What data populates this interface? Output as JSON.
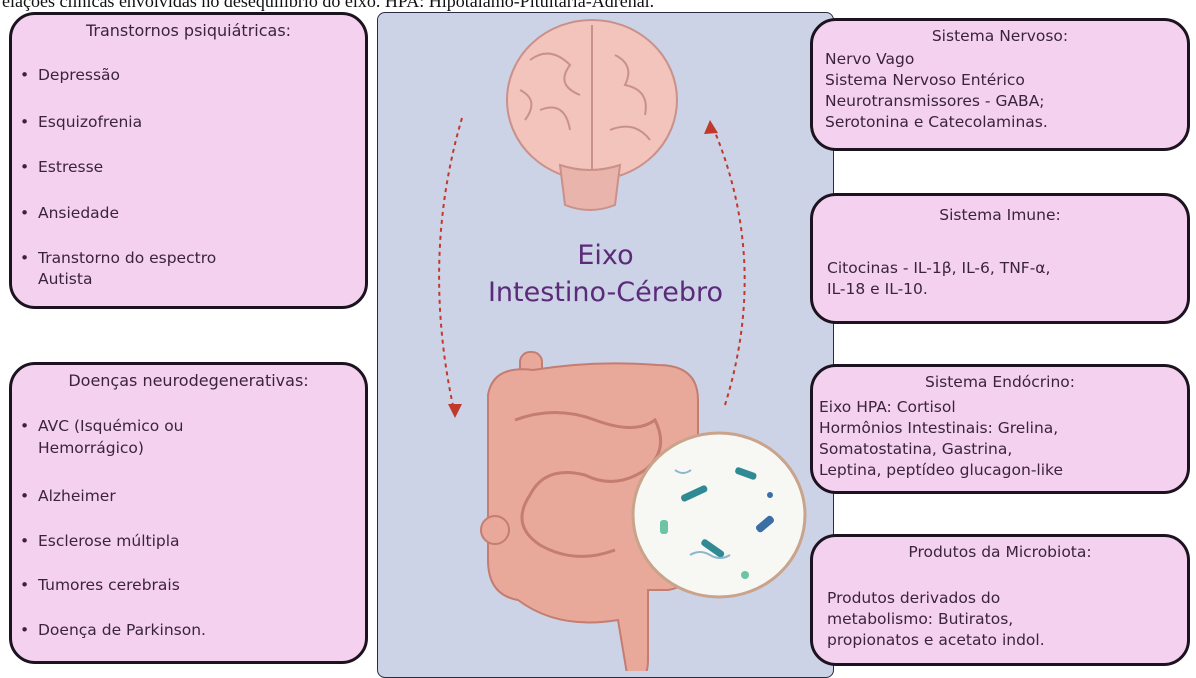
{
  "caption": "elações clínicas envolvidas no desequilíbrio do eixo. HPA: Hipotálamo-Pituitária-Adrenal.",
  "center": {
    "title_line1": "Eixo",
    "title_line2": "Intestino-Cérebro"
  },
  "left_top": {
    "title": "Transtornos psiquiátricas:",
    "items": [
      "Depressão",
      "Esquizofrenia",
      "Estresse",
      "Ansiedade",
      "Transtorno do espectro",
      "Autista"
    ]
  },
  "left_bottom": {
    "title": "Doenças neurodegenerativas:",
    "items": [
      "AVC (Isquémico ou",
      "Hemorrágico)",
      "Alzheimer",
      "Esclerose múltipla",
      "Tumores cerebrais",
      "Doença de Parkinson."
    ]
  },
  "right": {
    "nervoso": {
      "title": "Sistema Nervoso:",
      "lines": [
        "Nervo Vago",
        "Sistema Nervoso Entérico",
        "Neurotransmissores - GABA;",
        "Serotonina e Catecolaminas."
      ]
    },
    "imune": {
      "title": "Sistema Imune:",
      "lines": [
        "Citocinas - IL-1β, IL-6, TNF-α,",
        "IL-18 e IL-10."
      ]
    },
    "endocrino": {
      "title": "Sistema Endócrino:",
      "lines": [
        "Eixo HPA: Cortisol",
        "Hormônios Intestinais: Grelina,",
        "Somatostatina, Gastrina,",
        "Leptina, peptídeo glucagon-like"
      ]
    },
    "microbiota": {
      "title": "Produtos da Microbiota:",
      "lines": [
        "Produtos derivados do",
        "metabolismo: Butiratos,",
        "propionatos e acetato indol."
      ]
    }
  },
  "colors": {
    "box_fill": "#f4d2ef",
    "box_border": "#1d1320",
    "center_panel": "#cdd3e7",
    "brain_purple": "#7a3f86",
    "arrow": "#c0392b"
  }
}
